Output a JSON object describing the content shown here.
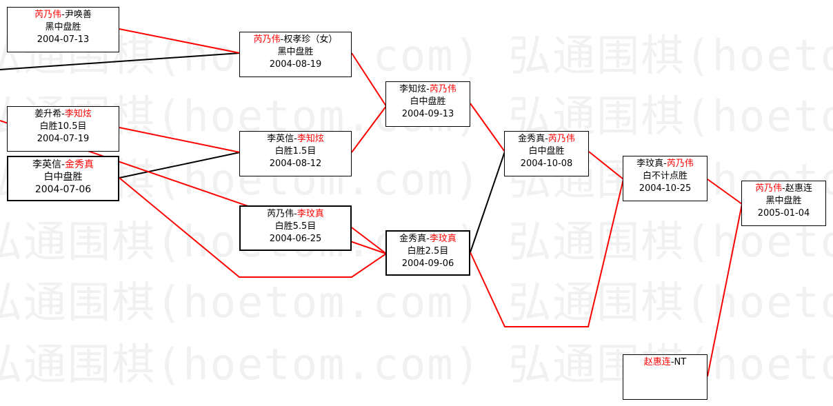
{
  "watermark": {
    "text": "弘通围棋(hoetom.com) 弘通围棋(hoetom.com) 弘通围棋(hoetom.com)",
    "color": "#f1f1f1"
  },
  "colors": {
    "winner": "#ff0000",
    "loser": "#000000",
    "border": "#000000"
  },
  "games": {
    "g1": {
      "p1": "芮乃伟",
      "sep": "-",
      "p2": "尹唤善",
      "result": "黑中盘胜",
      "date": "2004-07-13",
      "winner": "p1"
    },
    "g2": {
      "p1": "姜升希",
      "sep": "-",
      "p2": "李知炫",
      "result": "白胜10.5目",
      "date": "2004-07-19",
      "winner": "p2"
    },
    "g3": {
      "p1": "李英信",
      "sep": "-",
      "p2": "金秀真",
      "result": "白中盘胜",
      "date": "2004-07-06",
      "winner": "p2"
    },
    "g4": {
      "p1": "芮乃伟",
      "sep": "-",
      "p2": "权孝珍（女）",
      "result": "黑中盘胜",
      "date": "2004-08-19",
      "winner": "p1"
    },
    "g5": {
      "p1": "李英信",
      "sep": "-",
      "p2": "李知炫",
      "result": "白胜1.5目",
      "date": "2004-08-12",
      "winner": "p2"
    },
    "g6": {
      "p1": "芮乃伟",
      "sep": "-",
      "p2": "李玟真",
      "result": "白胜5.5目",
      "date": "2004-06-25",
      "winner": "p2"
    },
    "g7": {
      "p1": "李知炫",
      "sep": "-",
      "p2": "芮乃伟",
      "result": "白中盘胜",
      "date": "2004-09-13",
      "winner": "p2"
    },
    "g8": {
      "p1": "金秀真",
      "sep": "-",
      "p2": "李玟真",
      "result": "白胜2.5目",
      "date": "2004-09-06",
      "winner": "p2"
    },
    "g9": {
      "p1": "金秀真",
      "sep": "-",
      "p2": "芮乃伟",
      "result": "白中盘胜",
      "date": "2004-10-08",
      "winner": "p2"
    },
    "g10": {
      "p1": "李玟真",
      "sep": "-",
      "p2": "芮乃伟",
      "result": "白不计点胜",
      "date": "2004-10-25",
      "winner": "p2"
    },
    "g11": {
      "p1": "芮乃伟",
      "sep": "-",
      "p2": "赵惠连",
      "result": "黑中盘胜",
      "date": "2005-01-04",
      "winner": "p1"
    },
    "g12": {
      "p1": "赵惠连",
      "sep": "-",
      "p2": "NT",
      "result": "",
      "date": "",
      "winner": "p1"
    }
  }
}
